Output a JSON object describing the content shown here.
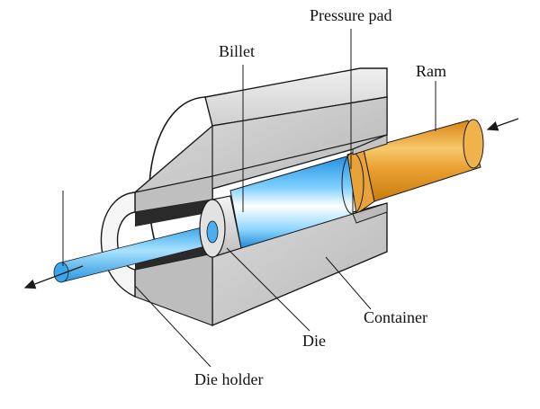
{
  "labels": {
    "pressure_pad": "Pressure pad",
    "billet": "Billet",
    "ram": "Ram",
    "container": "Container",
    "die": "Die",
    "die_holder": "Die holder"
  },
  "colors": {
    "steel_face": "#c9c9c9",
    "steel_light": "#e4e4e4",
    "steel_dark": "#8c8c8c",
    "billet": "#2aa8ee",
    "billet_highlight": "#e8f7ff",
    "ram": "#e79a24",
    "ram_highlight": "#fbd98c",
    "line": "#1a1a1a"
  }
}
